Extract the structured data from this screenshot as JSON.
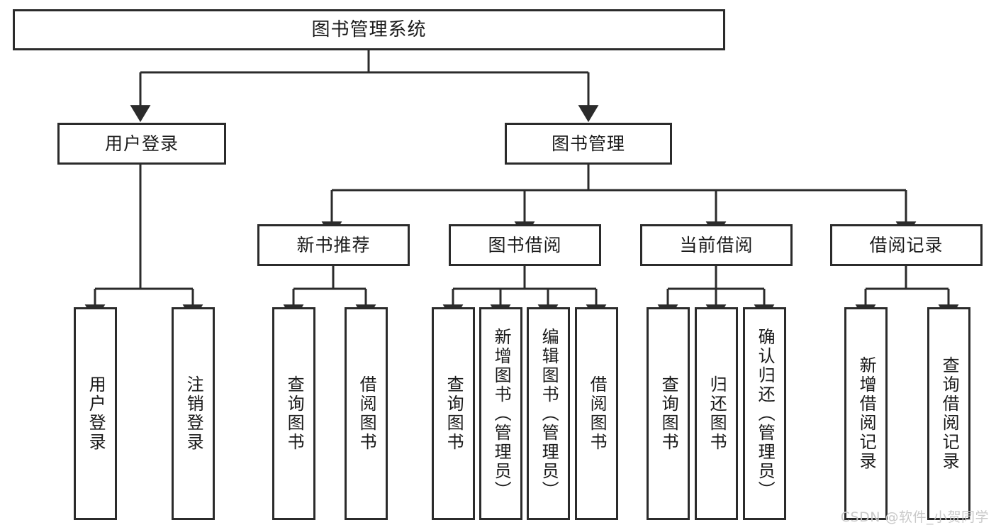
{
  "diagram": {
    "title": "图书管理系统",
    "type": "tree-hierarchy",
    "root": {
      "label": "图书管理系统"
    },
    "level2": [
      {
        "label": "用户登录"
      },
      {
        "label": "图书管理"
      }
    ],
    "level3": [
      {
        "label": "新书推荐"
      },
      {
        "label": "图书借阅"
      },
      {
        "label": "当前借阅"
      },
      {
        "label": "借阅记录"
      }
    ],
    "leaves": {
      "user_login": [
        {
          "label": "用户登录"
        },
        {
          "label": "注销登录"
        }
      ],
      "new_book_recommend": [
        {
          "label": "查询图书"
        },
        {
          "label": "借阅图书"
        }
      ],
      "book_borrow": [
        {
          "label": "查询图书"
        },
        {
          "label": "新增图书（管理员）"
        },
        {
          "label": "编辑图书（管理员）"
        },
        {
          "label": "借阅图书"
        }
      ],
      "current_borrow": [
        {
          "label": "查询图书"
        },
        {
          "label": "归还图书"
        },
        {
          "label": "确认归还（管理员）"
        }
      ],
      "borrow_records": [
        {
          "label": "新增借阅记录"
        },
        {
          "label": "查询借阅记录"
        }
      ]
    }
  },
  "watermark": {
    "text": "CSDN @软件_小贺同学"
  },
  "colors": {
    "stroke": "#2b2b2b",
    "fill": "#ffffff",
    "text": "#1a1a1a",
    "watermark": "#c9c9c9"
  }
}
